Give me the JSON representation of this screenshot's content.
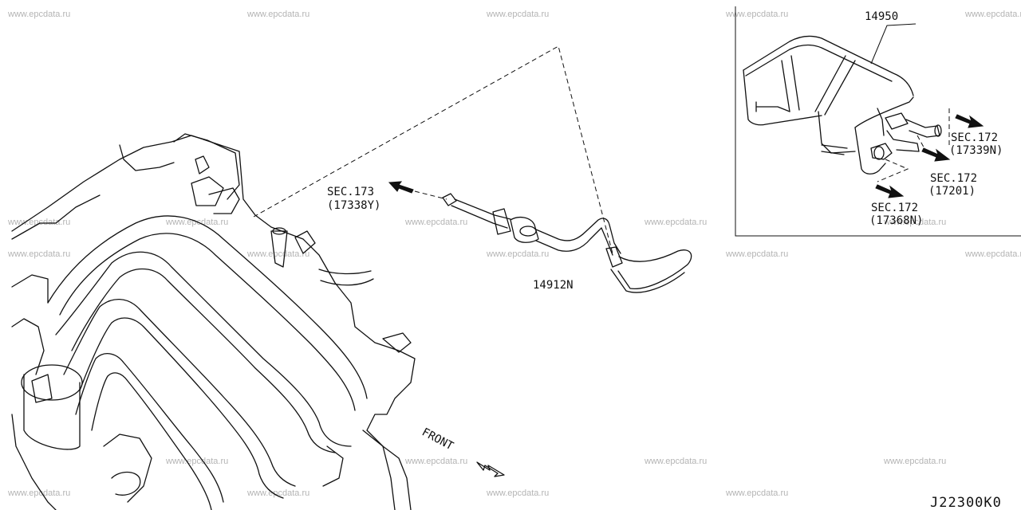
{
  "watermark": "www.epcdata.ru",
  "watermark_rows": [
    [
      "0.1",
      "0.35",
      "0.57",
      "0.82",
      "1.0"
    ]
  ],
  "parts": {
    "canister": "14950",
    "hose": "14912N"
  },
  "callouts": {
    "sec173_a": "SEC.173",
    "sec173_b": "(17338Y)",
    "sec172_1a": "SEC.172",
    "sec172_1b": "(17339N)",
    "sec172_2a": "SEC.172",
    "sec172_2b": "(17201)",
    "sec172_3a": "SEC.172",
    "sec172_3b": "(17368N)"
  },
  "front_label": "FRONT",
  "diagram_code": "J22300K0"
}
